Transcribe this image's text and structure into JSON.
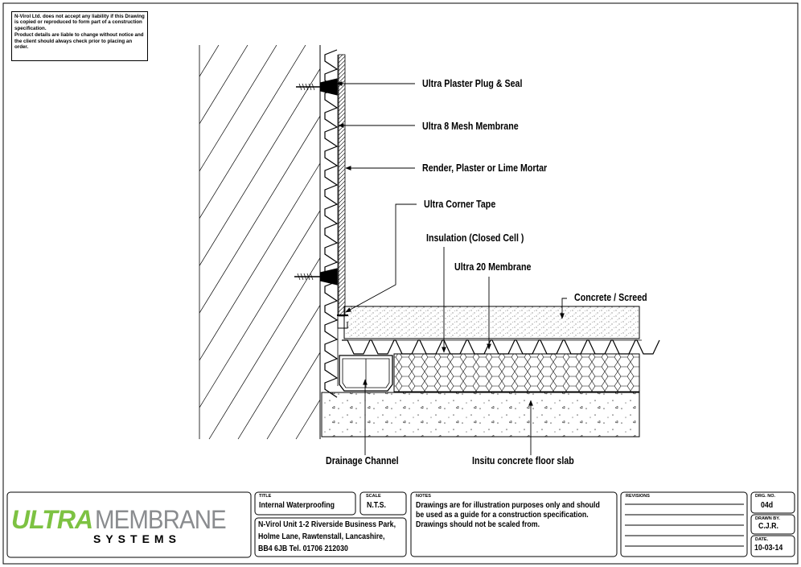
{
  "disclaimer": {
    "line1": "N-Virol Ltd. does not accept any liability if this Drawing is copied or reproduced to form part of a construction specification.",
    "line2": "Product details are liable to change without notice and the client should always check prior to placing an order."
  },
  "callouts": {
    "plug_seal": "Ultra Plaster Plug & Seal",
    "mesh_membrane": "Ultra 8 Mesh Membrane",
    "render": "Render, Plaster or Lime Mortar",
    "corner_tape": "Ultra Corner Tape",
    "insulation": "Insulation (Closed Cell )",
    "membrane20": "Ultra 20 Membrane",
    "concrete_screed": "Concrete / Screed",
    "drainage_channel": "Drainage Channel",
    "floor_slab": "Insitu concrete floor slab"
  },
  "logo": {
    "ultra": "ULTRA",
    "membrane": "MEMBRANE",
    "systems": "SYSTEMS",
    "ultra_color": "#7dc242",
    "membrane_color": "#8a8c8f"
  },
  "title_block": {
    "title_label": "TITLE",
    "title": "Internal Waterproofing",
    "scale_label": "SCALE",
    "scale": "N.T.S.",
    "address_line1": "N-Virol Unit 1-2 Riverside Business Park,",
    "address_line2": "Holme Lane, Rawtenstall, Lancashire,",
    "address_line3": "BB4 6JB    Tel. 01706 212030",
    "notes_label": "NOTES",
    "notes_line1": "Drawings are for illustration purposes only and should",
    "notes_line2": "be used as a guide for a construction specification.",
    "notes_line3": "Drawings should not be scaled from.",
    "revisions_label": "REVISIONS",
    "drg_no_label": "DRG. NO.",
    "drg_no": "04d",
    "drawn_by_label": "DRAWN BY.",
    "drawn_by": "C.J.R.",
    "date_label": "DATE.",
    "date": "10-03-14"
  }
}
